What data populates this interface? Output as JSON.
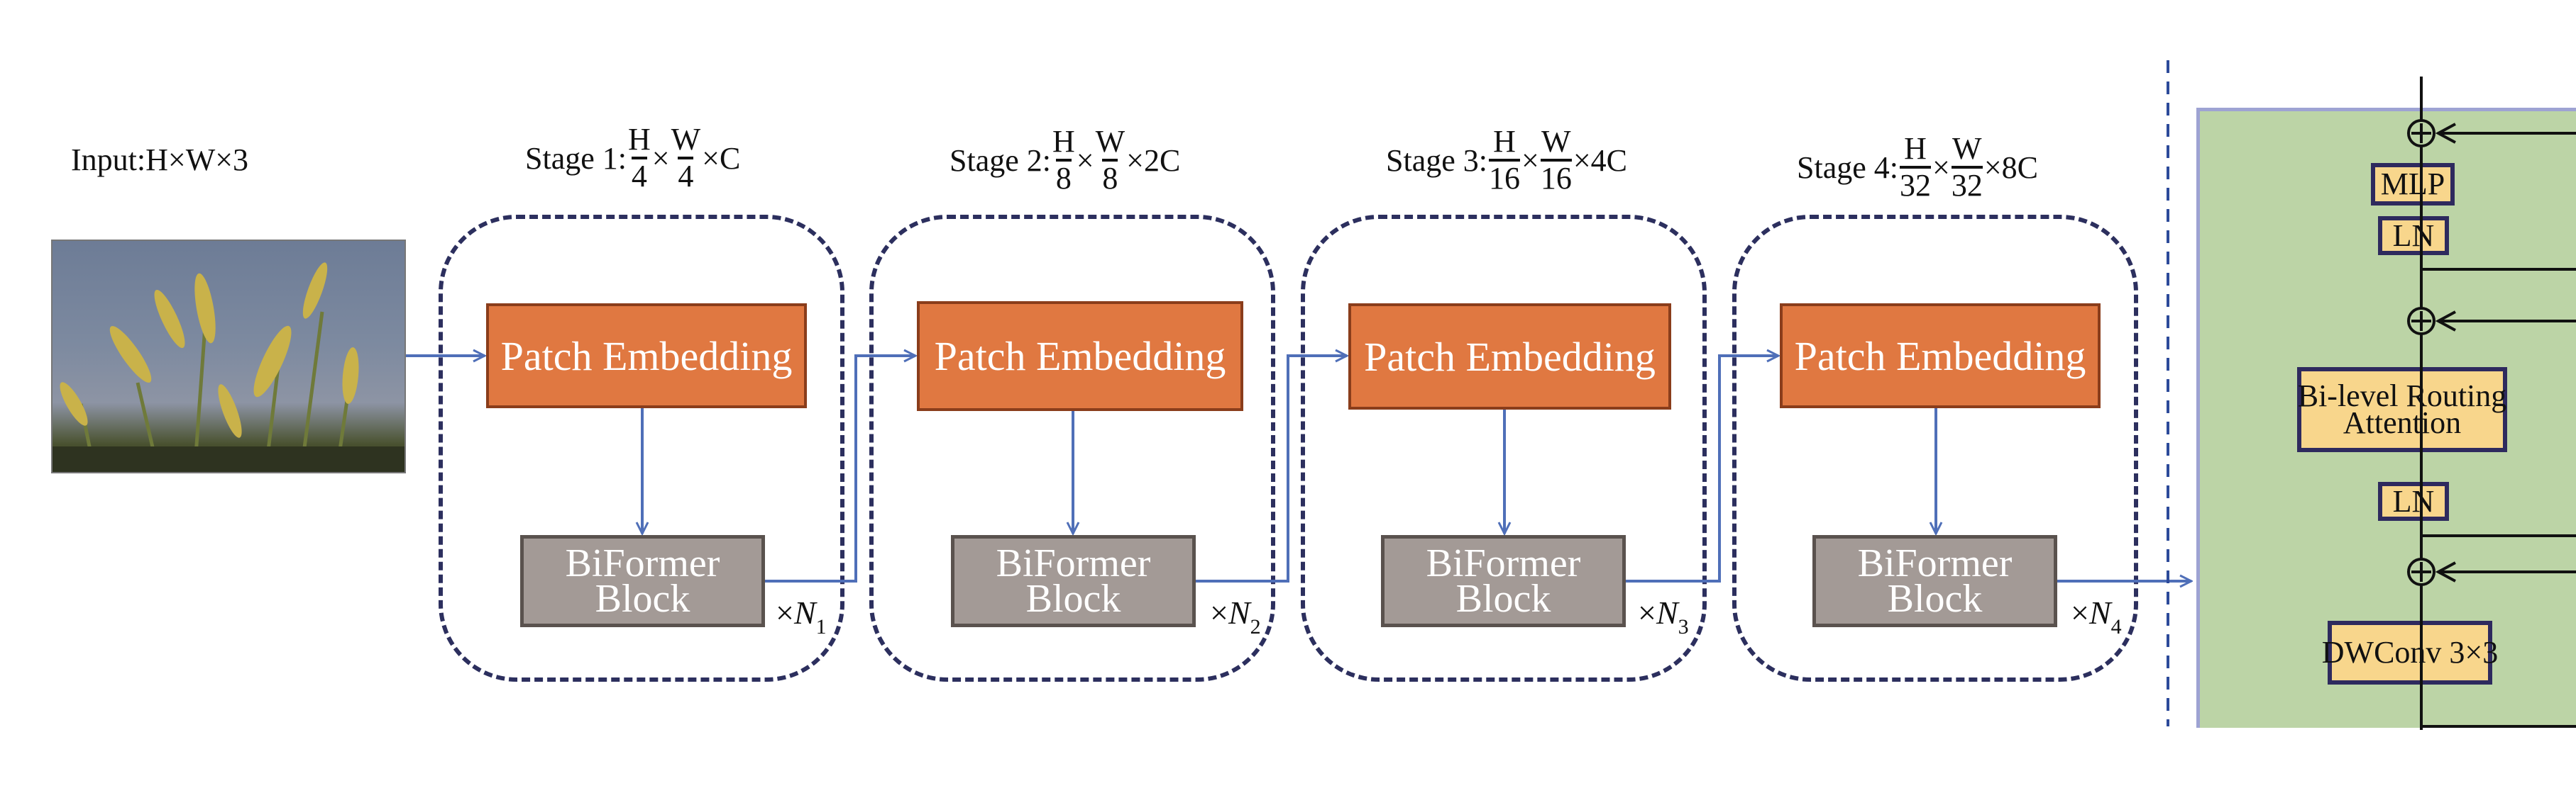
{
  "input": {
    "label": "Input:H×W×3",
    "image_description": "daylily flower photo"
  },
  "stages": [
    {
      "prefix": "Stage 1:",
      "h_den": "4",
      "w_den": "4",
      "channels": "×C",
      "patch_embedding": "Patch Embedding",
      "block_line1": "BiFormer",
      "block_line2": "Block",
      "repeat_symbol": "×",
      "repeat_var": "N",
      "repeat_sub": "1"
    },
    {
      "prefix": "Stage 2:",
      "h_den": "8",
      "w_den": "8",
      "channels": "×2C",
      "patch_embedding": "Patch Embedding",
      "block_line1": "BiFormer",
      "block_line2": "Block",
      "repeat_symbol": "×",
      "repeat_var": "N",
      "repeat_sub": "2"
    },
    {
      "prefix": "Stage 3:",
      "h_den": "16",
      "w_den": "16",
      "channels": "×4C",
      "patch_embedding": "Patch Embedding",
      "block_line1": "BiFormer",
      "block_line2": "Block",
      "repeat_symbol": "×",
      "repeat_var": "N",
      "repeat_sub": "3"
    },
    {
      "prefix": "Stage 4:",
      "h_den": "32",
      "w_den": "32",
      "channels": "×8C",
      "patch_embedding": "Patch Embedding",
      "block_line1": "BiFormer",
      "block_line2": "Block",
      "repeat_symbol": "×",
      "repeat_var": "N",
      "repeat_sub": "4"
    }
  ],
  "fraction": {
    "h_num": "H",
    "w_num": "W",
    "times": "×"
  },
  "block_detail": {
    "mlp": "MLP",
    "ln_top": "LN",
    "attention_line1": "Bi-level Routing",
    "attention_line2": "Attention",
    "ln_bottom": "LN",
    "dwconv": "DWConv 3×3",
    "add_symbol": "+"
  },
  "colors": {
    "patch_embedding_fill": "#e07841",
    "biformer_fill": "#a39a96",
    "arrow": "#4f6fb8",
    "stage_border": "#2c2f5e",
    "panel_fill": "#bcd4a6",
    "panel_box_fill": "#f8d68c"
  }
}
